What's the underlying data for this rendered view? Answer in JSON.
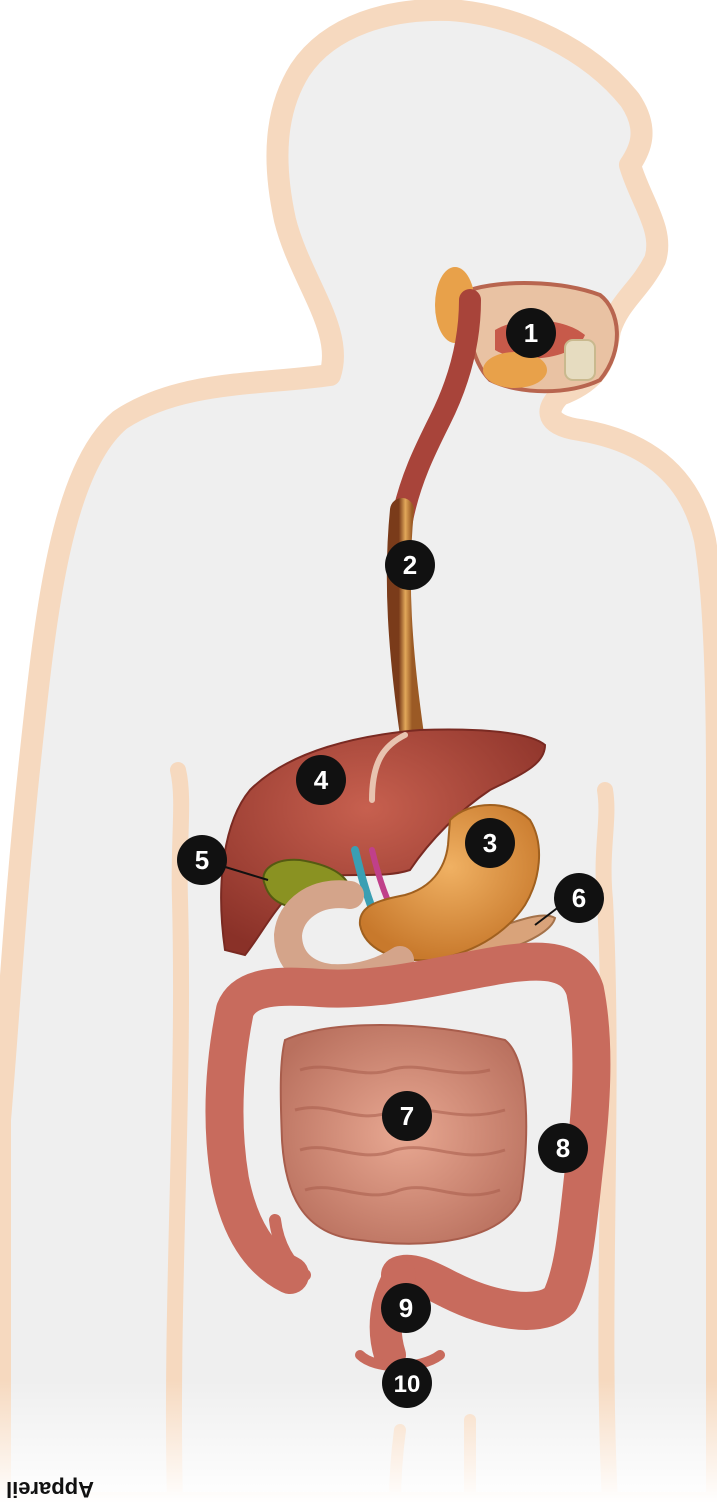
{
  "caption": "Appareil",
  "labels": {
    "m1": "1",
    "m2": "2",
    "m3": "3",
    "m4": "4",
    "m5": "5",
    "m6": "6",
    "m7": "7",
    "m8": "8",
    "m9": "9",
    "m10": "10"
  },
  "colors": {
    "body_fill": "#efefef",
    "body_outline": "#f6d9bf",
    "marker": "#111111",
    "liver": "#a9473a",
    "stomach": "#d98e3b",
    "gallbladder": "#8a9222",
    "intestine": "#c96f63",
    "small_intestine": "#d8967e",
    "esophagus": "#c48a45",
    "salivary": "#e8a14a"
  }
}
